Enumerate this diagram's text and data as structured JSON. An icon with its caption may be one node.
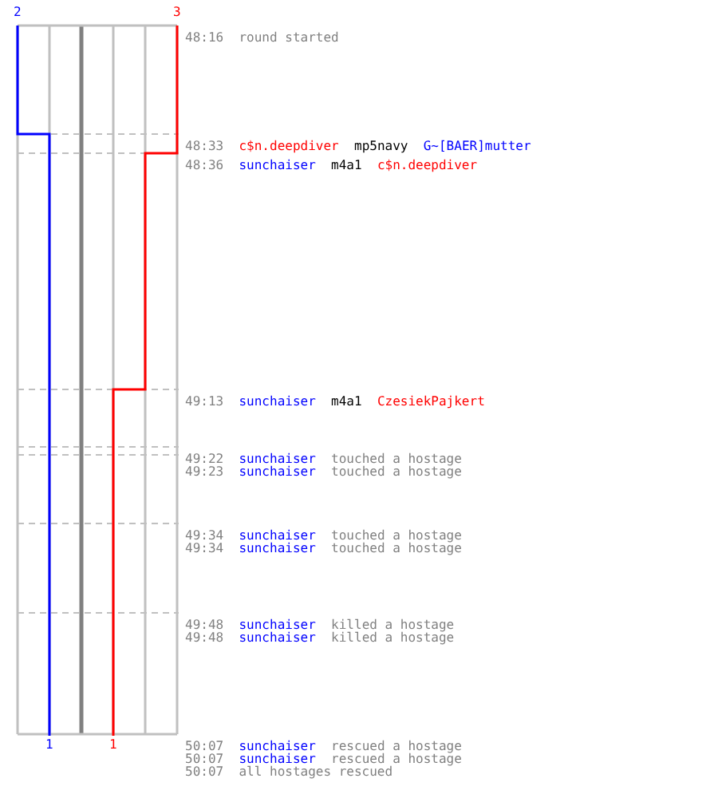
{
  "diagram": {
    "labels": [
      "2",
      "3",
      "48:16",
      "round started",
      "48:33",
      "c$n.deepdiver",
      "mp5navy",
      "G~[BAER]mutter",
      "48:36",
      "sunchaiser",
      "m4a1",
      "c$n.deepdiver",
      "49:13",
      "sunchaiser",
      "m4a1",
      "CzesiekPajkert",
      "49:22",
      "sunchaiser",
      "touched a hostage",
      "49:23",
      "sunchaiser",
      "touched a hostage",
      "49:34",
      "sunchaiser",
      "touched a hostage",
      "49:34",
      "sunchaiser",
      "touched a hostage",
      "49:48",
      "sunchaiser",
      "killed a hostage",
      "49:48",
      "sunchaiser",
      "killed a hostage",
      "1",
      "1",
      "50:07",
      "sunchaiser",
      "rescued a hostage",
      "50:07",
      "sunchaiser",
      "rescued a hostage",
      "50:07",
      "all hostages rescued"
    ]
  }
}
